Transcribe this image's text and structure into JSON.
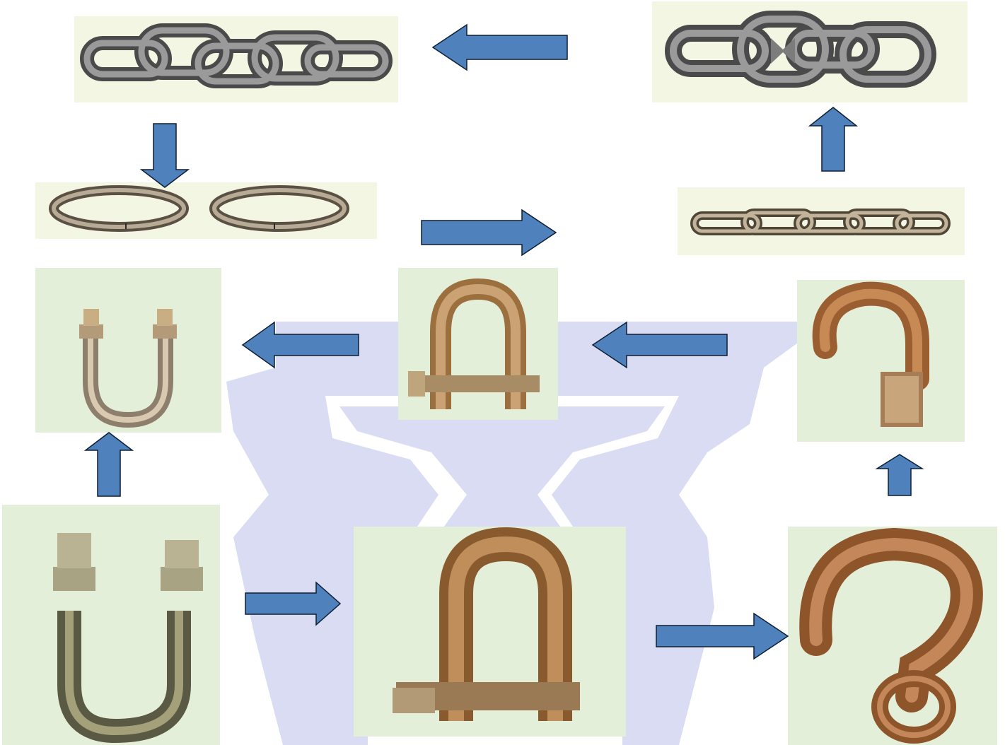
{
  "colors": {
    "arrow_fill": "#4f81bd",
    "arrow_stroke": "#0d1f33",
    "watermark": "#d9dcf3",
    "chain_panel_bg": "#f2f6e2",
    "part_panel_bg": "#e3efd9",
    "steel": "#8a8a8a",
    "bronze": "#b38a5e"
  },
  "panels": [
    {
      "id": "long-link-chain",
      "icon": "long-link-chain-icon"
    },
    {
      "id": "stud-link-chain",
      "icon": "stud-link-chain-icon"
    },
    {
      "id": "split-rings",
      "icon": "open-rings-icon"
    },
    {
      "id": "small-link-chain",
      "icon": "small-chain-icon"
    },
    {
      "id": "small-u-bolt",
      "icon": "u-bolt-icon"
    },
    {
      "id": "small-shackle",
      "icon": "shackle-icon"
    },
    {
      "id": "open-hook-blank",
      "icon": "hook-icon"
    },
    {
      "id": "large-u-bolt",
      "icon": "u-bolt-icon"
    },
    {
      "id": "large-shackle",
      "icon": "shackle-icon"
    },
    {
      "id": "eye-hook",
      "icon": "eye-hook-icon"
    }
  ],
  "arrows": [
    {
      "id": "arrow-1",
      "direction": "left"
    },
    {
      "id": "arrow-2",
      "direction": "down"
    },
    {
      "id": "arrow-3",
      "direction": "right"
    },
    {
      "id": "arrow-4",
      "direction": "up"
    },
    {
      "id": "arrow-5",
      "direction": "left"
    },
    {
      "id": "arrow-6",
      "direction": "left"
    },
    {
      "id": "arrow-7",
      "direction": "up"
    },
    {
      "id": "arrow-8",
      "direction": "up"
    },
    {
      "id": "arrow-9",
      "direction": "right"
    },
    {
      "id": "arrow-10",
      "direction": "right"
    }
  ]
}
